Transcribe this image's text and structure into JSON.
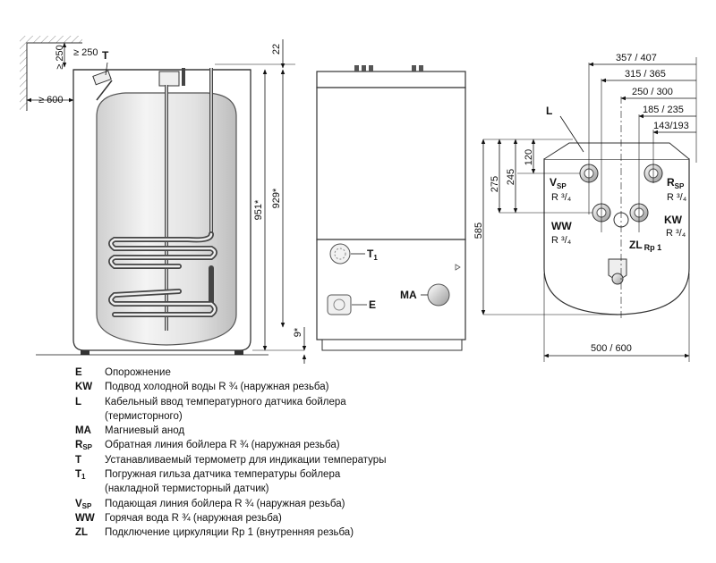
{
  "diagram": {
    "dims": {
      "wall_top": "≥ 250",
      "wall_side": "≥ 600",
      "d22": "22",
      "d951": "951*",
      "d929": "929*",
      "d9": "9*",
      "d357": "357 / 407",
      "d315": "315 / 365",
      "d250": "250 / 300",
      "d185": "185 / 235",
      "d143": "143/193",
      "d120": "120",
      "d245": "245",
      "d275": "275",
      "d585": "585",
      "d500": "500 / 600"
    },
    "labels": {
      "T": "T",
      "T1": "T",
      "T1_sub": "1",
      "E": "E",
      "MA": "MA",
      "L": "L",
      "VSP": "V",
      "VSP_sub": "SP",
      "VSP_thread": "R ³/₄",
      "RSP": "R",
      "RSP_sub": "SP",
      "RSP_thread": "R ³/₄",
      "WW": "WW",
      "WW_thread": "R ³/₄",
      "KW": "KW",
      "KW_thread": "R ³/₄",
      "ZL": "ZL",
      "ZL_sub": "Rp 1"
    }
  },
  "legend": [
    {
      "code": "E",
      "sub": "",
      "text": "Опорожнение"
    },
    {
      "code": "KW",
      "sub": "",
      "text": "Подвод холодной воды R ¾ (наружная резьба)"
    },
    {
      "code": "L",
      "sub": "",
      "text": "Кабельный ввод температурного датчика бойлера"
    },
    {
      "code": "",
      "sub": "",
      "text": "(термисторного)"
    },
    {
      "code": "MA",
      "sub": "",
      "text": "Магниевый анод"
    },
    {
      "code": "R",
      "sub": "SP",
      "text": "Обратная линия бойлера R ¾ (наружная резьба)"
    },
    {
      "code": "T",
      "sub": "",
      "text": "Устанавливаемый термометр для индикации температуры"
    },
    {
      "code": "T",
      "sub": "1",
      "text": "Погружная гильза датчика температуры бойлера"
    },
    {
      "code": "",
      "sub": "",
      "text": "(накладной термисторный датчик)"
    },
    {
      "code": "V",
      "sub": "SP",
      "text": "Подающая линия бойлера R ¾ (наружная резьба)"
    },
    {
      "code": "WW",
      "sub": "",
      "text": "Горячая вода R ¾ (наружная резьба)"
    },
    {
      "code": "ZL",
      "sub": "",
      "text": "Подключение циркуляции Rp 1 (внутренняя резьба)"
    }
  ]
}
